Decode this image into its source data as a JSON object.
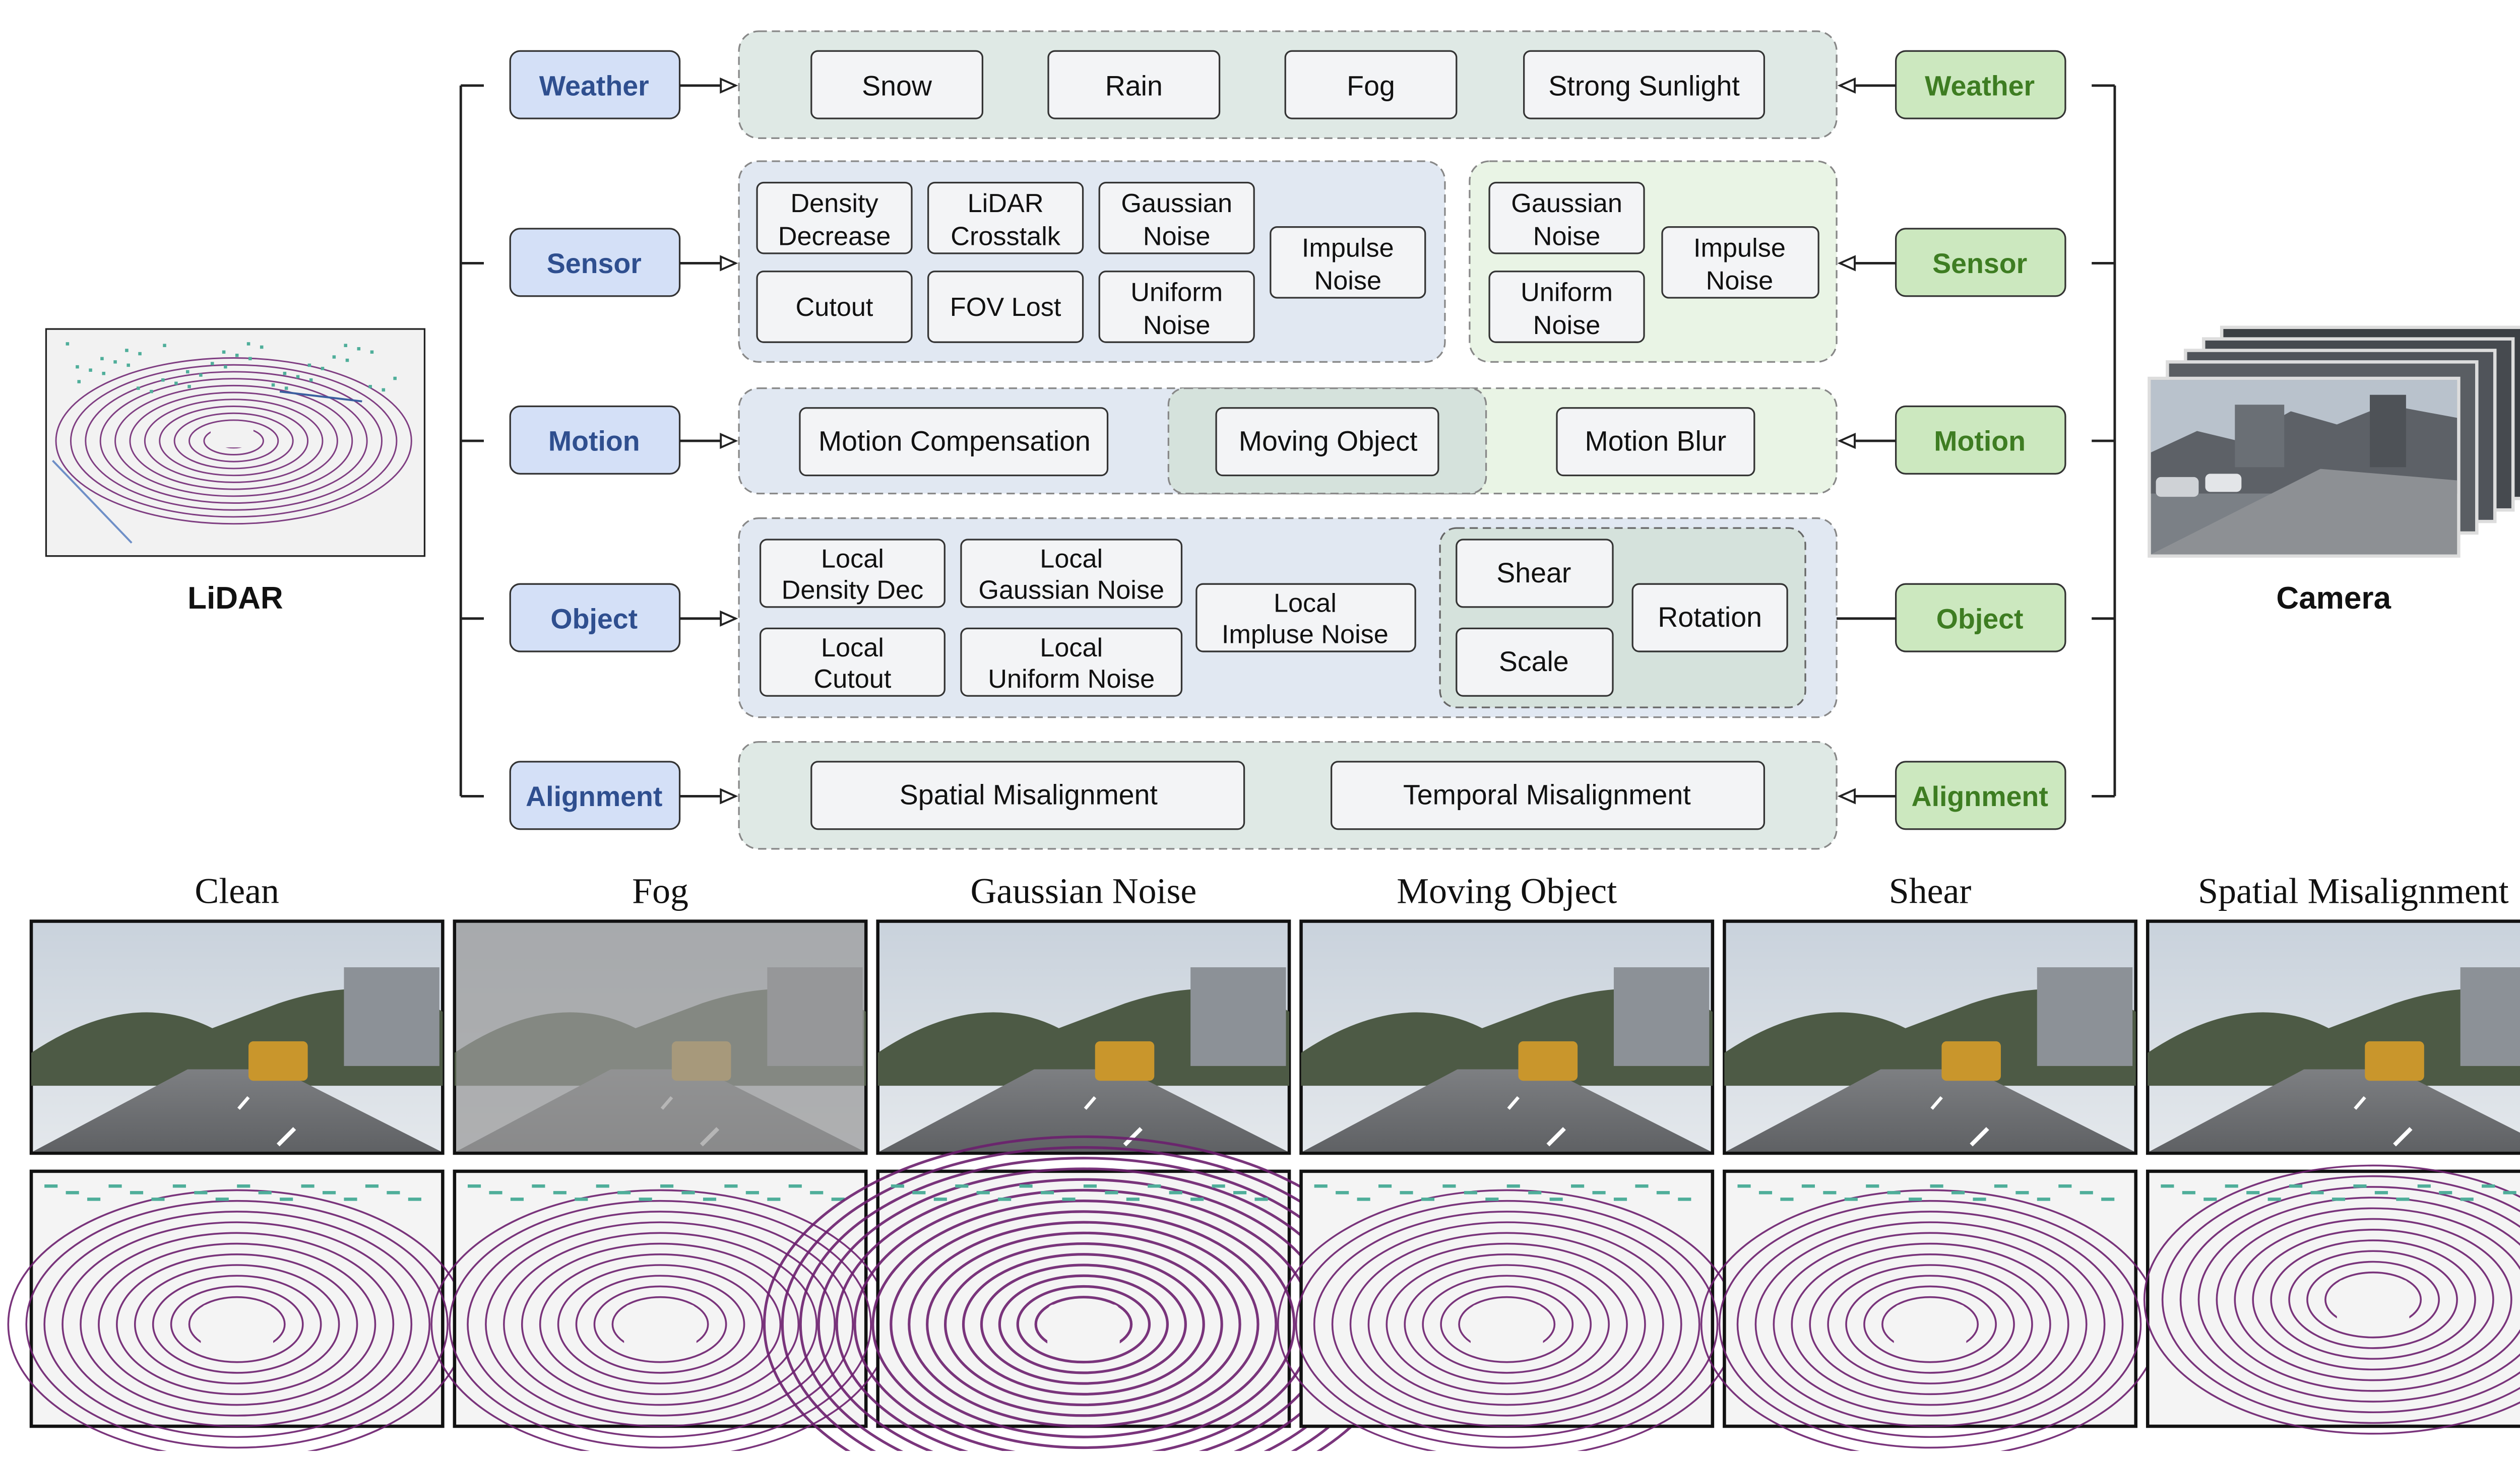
{
  "lidar_label": "LiDAR",
  "camera_label": "Camera",
  "categories_left": [
    "Weather",
    "Sensor",
    "Motion",
    "Object",
    "Alignment"
  ],
  "categories_right": [
    "Weather",
    "Sensor",
    "Motion",
    "Object",
    "Alignment"
  ],
  "weather": {
    "items": [
      "Snow",
      "Rain",
      "Fog",
      "Strong Sunlight"
    ]
  },
  "sensor": {
    "lidar": [
      [
        "Density",
        "Decrease"
      ],
      [
        "LiDAR",
        "Crosstalk"
      ],
      [
        "Gaussian",
        "Noise"
      ],
      [
        "Impulse",
        "Noise"
      ],
      [
        "Cutout"
      ],
      [
        "FOV Lost"
      ],
      [
        "Uniform",
        "Noise"
      ]
    ],
    "camera": [
      [
        "Gaussian",
        "Noise"
      ],
      [
        "Uniform",
        "Noise"
      ],
      [
        "Impulse",
        "Noise"
      ]
    ]
  },
  "motion": {
    "items": [
      "Motion Compensation",
      "Moving Object",
      "Motion Blur"
    ]
  },
  "object": {
    "lidar": [
      [
        "Local",
        "Density Dec"
      ],
      [
        "Local",
        "Gaussian Noise"
      ],
      [
        "Local",
        "Cutout"
      ],
      [
        "Local",
        "Uniform Noise"
      ],
      [
        "Local",
        "Impluse Noise"
      ]
    ],
    "camera": [
      "Shear",
      "Scale",
      "Rotation"
    ]
  },
  "alignment": {
    "items": [
      "Spatial Misalignment",
      "Temporal Misalignment"
    ]
  },
  "examples": [
    "Clean",
    "Fog",
    "Gaussian Noise",
    "Moving Object",
    "Shear",
    "Spatial Misalignment"
  ],
  "colors": {
    "lidar_accent": "#2f4f8f",
    "lidar_fill": "#d4e0f7",
    "camera_accent": "#3e7d22",
    "camera_fill": "#cce8bf",
    "shared_panel": "#dfe9e5",
    "lidar_panel": "#e1e8f2",
    "camera_panel": "#e9f4e5",
    "point_purple": "#6b1f6e",
    "point_teal": "#4fae9a"
  }
}
